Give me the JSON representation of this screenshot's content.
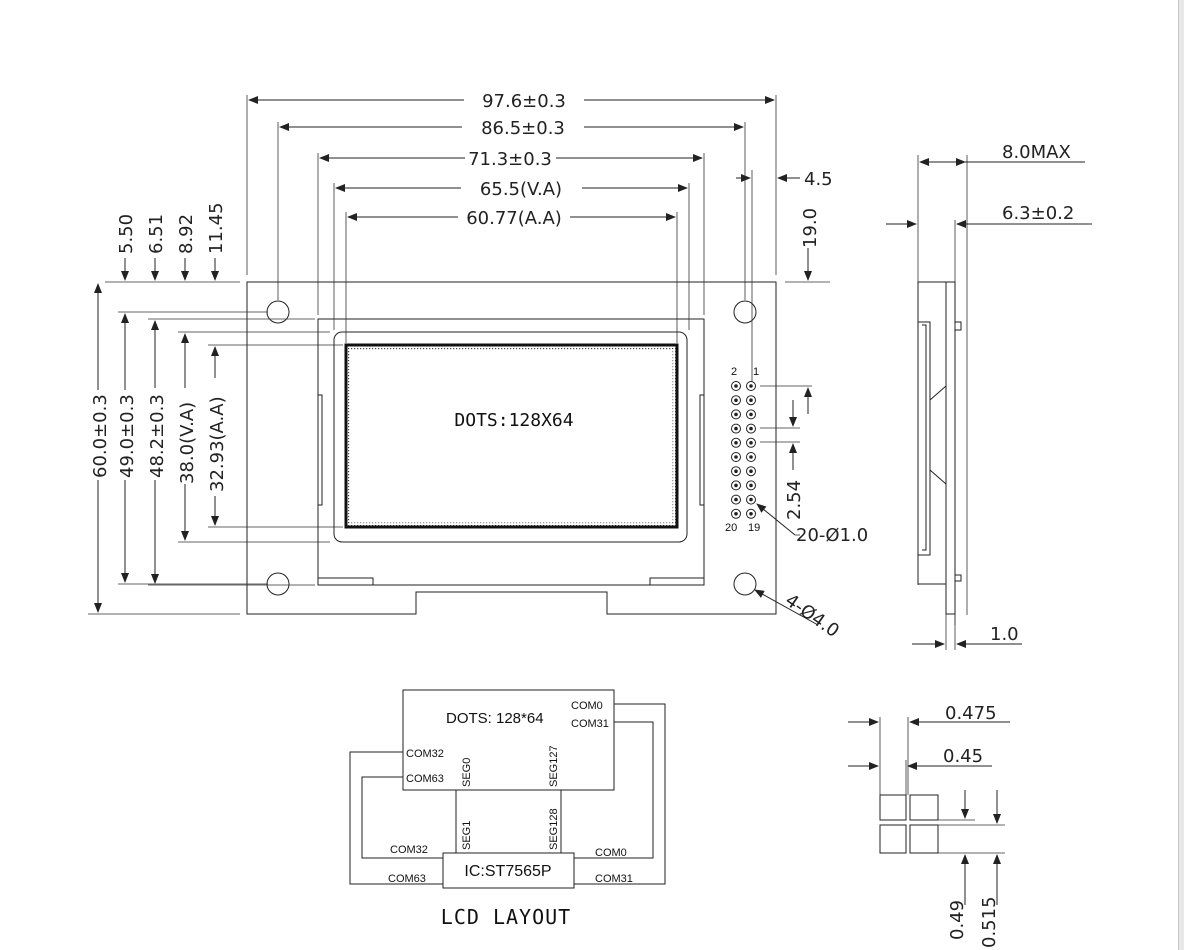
{
  "drawing": {
    "width_labels": {
      "outline": "97.6±0.3",
      "hole_pitch": "86.5±0.3",
      "bezel": "71.3±0.3",
      "view_area": "65.5(V.A)",
      "active_area": "60.77(A.A)"
    },
    "side_labels": {
      "pin_offset": "4.5",
      "pin_top": "19.0"
    },
    "left_offsets": [
      "5.50",
      "6.51",
      "8.92",
      "11.45"
    ],
    "height_labels": {
      "outline": "60.0±0.3",
      "hole_pitch": "49.0±0.3",
      "bezel": "48.2±0.3",
      "view_area": "38.0(V.A)",
      "active_area": "32.93(A.A)"
    },
    "screen_text": "DOTS:128X64",
    "pins": {
      "label_2": "2",
      "label_1": "1",
      "label_20": "20",
      "label_19": "19",
      "pitch": "2.54",
      "hole_spec": "20-Ø1.0"
    },
    "mount_holes": "4-Ø4.0",
    "profile": {
      "max_thick": "8.0MAX",
      "body_thick": "6.3±0.2",
      "pcb_thick": "1.0"
    },
    "dot_detail": {
      "pitch_x": "0.475",
      "size_x": "0.45",
      "size_y": "0.49",
      "pitch_y": "0.515"
    },
    "layout": {
      "title": "LCD LAYOUT",
      "dots": "DOTS: 128*64",
      "com0_top": "COM0",
      "com31_top": "COM31",
      "com32_left": "COM32",
      "com63_left": "COM63",
      "seg0": "SEG0",
      "seg127": "SEG127",
      "seg1": "SEG1",
      "seg128": "SEG128",
      "ic": "IC:ST7565P",
      "com32_ic": "COM32",
      "com63_ic": "COM63",
      "com0_ic": "COM0",
      "com31_ic": "COM31"
    }
  }
}
